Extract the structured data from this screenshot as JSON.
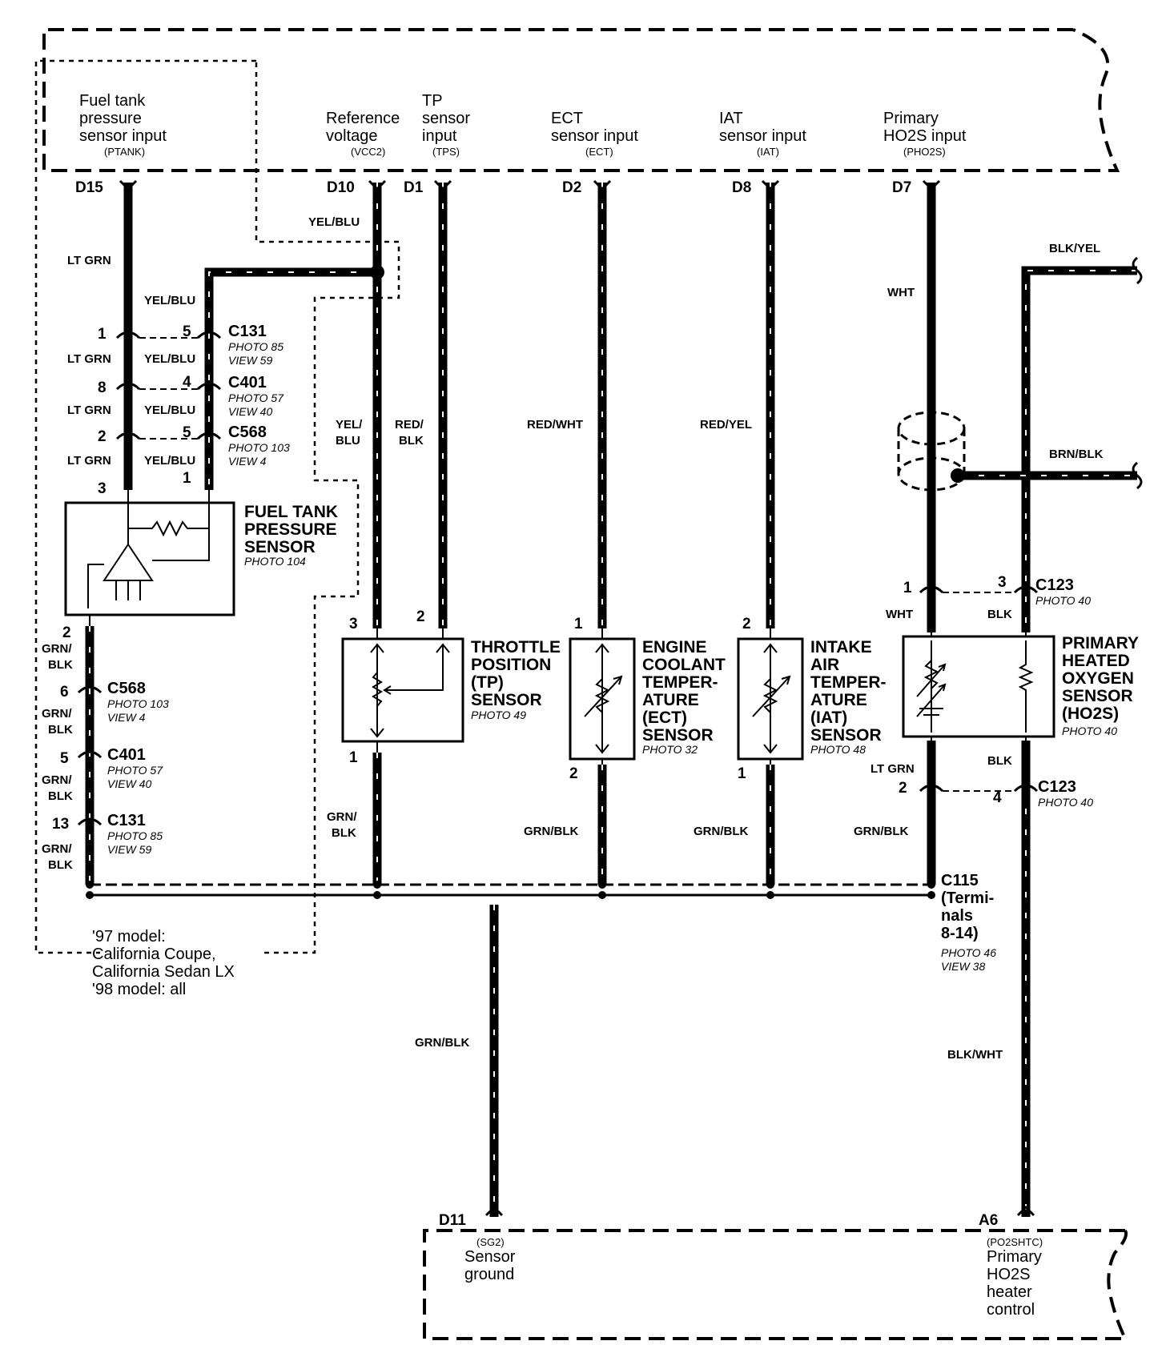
{
  "ecm_top": {
    "inputs": [
      {
        "lines": [
          "Fuel tank",
          "pressure",
          "sensor input"
        ],
        "abbr": "(PTANK)",
        "pin": "D15"
      },
      {
        "lines": [
          "Reference",
          "voltage"
        ],
        "abbr": "(VCC2)",
        "pin": "D10"
      },
      {
        "lines": [
          "TP",
          "sensor",
          "input"
        ],
        "abbr": "(TPS)",
        "pin": "D1"
      },
      {
        "lines": [
          "ECT",
          "sensor input"
        ],
        "abbr": "(ECT)",
        "pin": "D2"
      },
      {
        "lines": [
          "IAT",
          "sensor input"
        ],
        "abbr": "(IAT)",
        "pin": "D8"
      },
      {
        "lines": [
          "Primary",
          "HO2S input"
        ],
        "abbr": "(PHO2S)",
        "pin": "D7"
      }
    ]
  },
  "ecm_bottom": {
    "sensor_ground": {
      "pin": "D11",
      "abbr": "(SG2)",
      "lines": [
        "Sensor",
        "ground"
      ]
    },
    "heater_control": {
      "pin": "A6",
      "abbr": "(PO2SHTC)",
      "lines": [
        "Primary",
        "HO2S",
        "heater",
        "control"
      ]
    }
  },
  "wire_colors": {
    "lt_grn": "LT GRN",
    "yel_blu": "YEL/BLU",
    "yel_blu_split": [
      "YEL/",
      "BLU"
    ],
    "red_blk_split": [
      "RED/",
      "BLK"
    ],
    "red_wht": "RED/WHT",
    "red_yel": "RED/YEL",
    "wht": "WHT",
    "blk_yel": "BLK/YEL",
    "brn_blk": "BRN/BLK",
    "blk": "BLK",
    "grn_blk": "GRN/BLK",
    "grn_blk_split": [
      "GRN/",
      "BLK"
    ],
    "blk_wht": "BLK/WHT"
  },
  "connectors": {
    "c131": "C131",
    "c401": "C401",
    "c568": "C568",
    "c123": "C123",
    "c115_lines": [
      "C115",
      "(Termi-",
      "nals",
      "8-14)"
    ],
    "photo_85": "PHOTO 85",
    "view_59": "VIEW 59",
    "photo_57": "PHOTO 57",
    "view_40": "VIEW 40",
    "photo_103": "PHOTO 103",
    "view_4": "VIEW 4",
    "photo_40": "PHOTO 40",
    "photo_46": "PHOTO 46",
    "view_38": "VIEW 38"
  },
  "pins": {
    "p1": "1",
    "p2": "2",
    "p3": "3",
    "p4": "4",
    "p5": "5",
    "p6": "6",
    "p8": "8",
    "p13": "13"
  },
  "components": {
    "ftp": {
      "lines": [
        "FUEL TANK",
        "PRESSURE",
        "SENSOR"
      ],
      "photo": "PHOTO 104"
    },
    "tp": {
      "lines": [
        "THROTTLE",
        "POSITION",
        "(TP)",
        "SENSOR"
      ],
      "photo": "PHOTO 49"
    },
    "ect": {
      "lines": [
        "ENGINE",
        "COOLANT",
        "TEMPER-",
        "ATURE",
        "(ECT)",
        "SENSOR"
      ],
      "photo": "PHOTO 32"
    },
    "iat": {
      "lines": [
        "INTAKE",
        "AIR",
        "TEMPER-",
        "ATURE",
        "(IAT)",
        "SENSOR"
      ],
      "photo": "PHOTO 48"
    },
    "ho2s": {
      "lines": [
        "PRIMARY",
        "HEATED",
        "OXYGEN",
        "SENSOR",
        "(HO2S)"
      ],
      "photo": "PHOTO 40"
    }
  },
  "model_note": [
    "'97 model:",
    "California Coupe,",
    "California Sedan LX",
    "'98 model: all"
  ]
}
